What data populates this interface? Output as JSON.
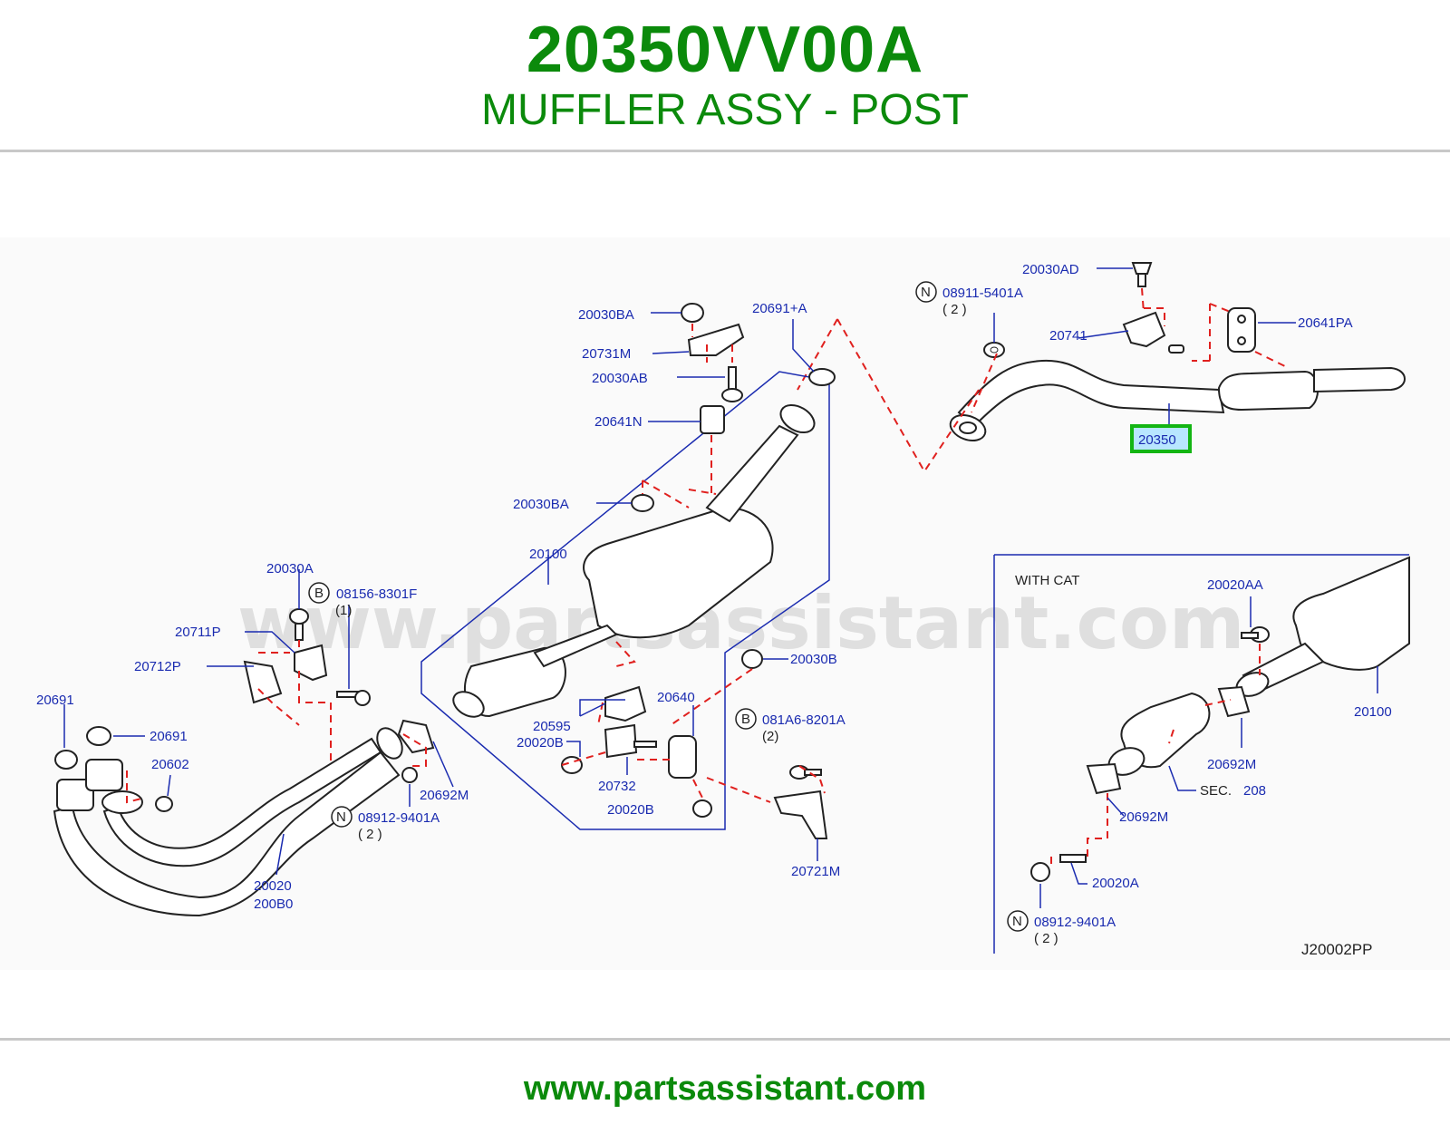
{
  "header": {
    "part_number": "20350VV00A",
    "part_name": "MUFFLER ASSY - POST"
  },
  "footer": {
    "url": "www.partsassistant.com"
  },
  "watermark": "www.partsassistant.com",
  "diagram": {
    "code": "J20002PP",
    "inset_title": "WITH   CAT",
    "highlighted_part": "20350",
    "labels": {
      "l_20030AD": "20030AD",
      "l_08911": "08911-5401A",
      "l_08911_qty": "( 2 )",
      "l_20741": "20741",
      "l_20641PA": "20641PA",
      "l_20350": "20350",
      "l_20030BA_top": "20030BA",
      "l_20691A": "20691+A",
      "l_20731M": "20731M",
      "l_20030AB": "20030AB",
      "l_20641N": "20641N",
      "l_20030BA_mid": "20030BA",
      "l_20100": "20100",
      "l_20030A": "20030A",
      "l_08156": "08156-8301F",
      "l_08156_qty": "(1)",
      "l_20711P": "20711P",
      "l_20712P": "20712P",
      "l_20691_a": "20691",
      "l_20691_b": "20691",
      "l_20602": "20602",
      "l_20692M_left": "20692M",
      "l_08912_left": "08912-9401A",
      "l_08912_left_qty": "( 2 )",
      "l_20020": "20020",
      "l_200B0": "200B0",
      "l_20595": "20595",
      "l_20020B_a": "20020B",
      "l_20732": "20732",
      "l_20640": "20640",
      "l_20020B_b": "20020B",
      "l_20030B": "20030B",
      "l_081A6": "081A6-8201A",
      "l_081A6_qty": "(2)",
      "l_20721M": "20721M",
      "l_20020AA": "20020AA",
      "l_20100_inset": "20100",
      "l_20692M_i1": "20692M",
      "l_sec": "SEC.",
      "l_208": "208",
      "l_20692M_i2": "20692M",
      "l_20020A": "20020A",
      "l_08912_inset": "08912-9401A",
      "l_08912_inset_qty": "( 2 )"
    },
    "circle_marks": {
      "n1": "N",
      "b1": "B",
      "n2": "N",
      "b2": "B",
      "n3": "N"
    }
  },
  "colors": {
    "brand_green": "#0b8a0b",
    "label_blue": "#1a2bb0",
    "dash_red": "#e0201e",
    "highlight_green": "#13b513"
  }
}
